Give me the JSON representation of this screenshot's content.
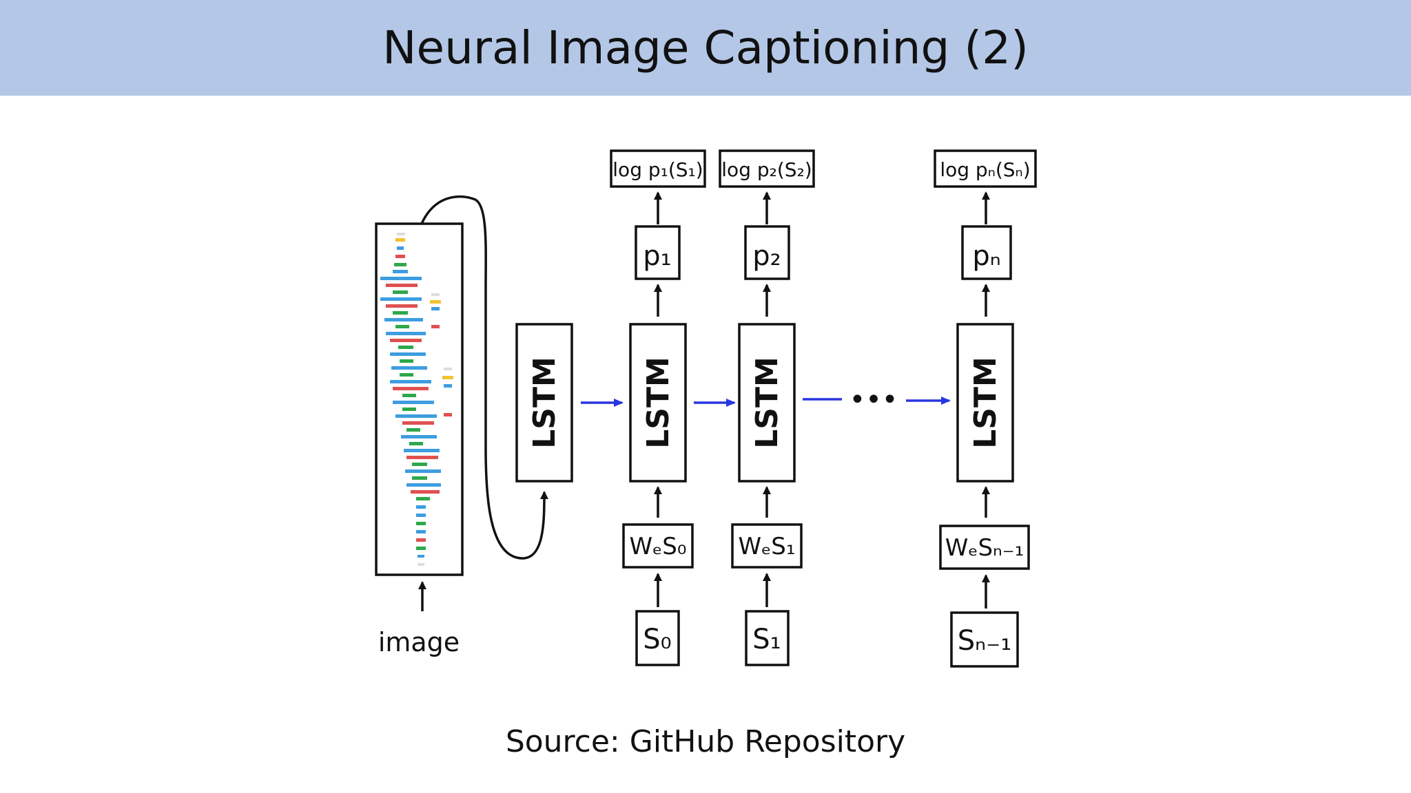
{
  "slide": {
    "title": "Neural Image Captioning (2)",
    "source": "Source: GitHub Repository"
  },
  "diagram": {
    "image_label": "image",
    "cnn_label": "",
    "lstm_label": "LSTM",
    "ellipsis": "•••",
    "columns": [
      {
        "log": "log p₁(S₁)",
        "prob": "p₁",
        "embed": "WₑS₀",
        "input": "S₀"
      },
      {
        "log": "log p₂(S₂)",
        "prob": "p₂",
        "embed": "WₑS₁",
        "input": "S₁"
      },
      {
        "log": "log pₙ(Sₙ)",
        "prob": "pₙ",
        "embed": "WₑSₙ₋₁",
        "input": "Sₙ₋₁"
      }
    ],
    "colors": {
      "flow_arrow": "#2a36e0",
      "header": "#b4c7e7"
    }
  }
}
